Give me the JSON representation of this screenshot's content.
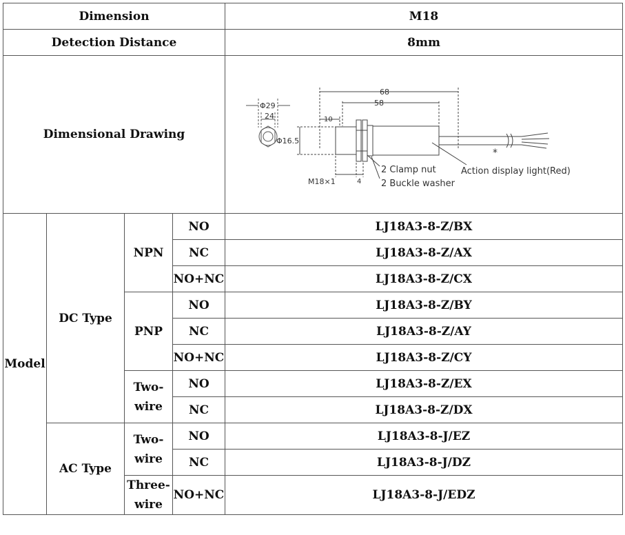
{
  "rows": {
    "dimension": {
      "label": "Dimension",
      "value": "M18"
    },
    "detection": {
      "label": "Detection Distance",
      "value": "8mm"
    },
    "drawing_label": "Dimensional Drawing"
  },
  "drawing": {
    "dim_phi29": "Φ29",
    "dim_24": "24",
    "dim_68": "68",
    "dim_58": "58",
    "dim_10": "10",
    "dim_phi16_5": "Φ16.5",
    "thread": "M18×1",
    "dim_4": "4",
    "clamp_nut": "2 Clamp nut",
    "buckle_washer": "2 Buckle washer",
    "action_light": "Action display light(Red)",
    "asterisk": "*"
  },
  "model": {
    "label": "Model",
    "dc_type": "DC Type",
    "ac_type": "AC Type",
    "npn": "NPN",
    "pnp": "PNP",
    "two_wire": "Two-wire",
    "three_wire": "Three-wire",
    "rows": [
      {
        "contact": "NO",
        "part": "LJ18A3-8-Z/BX"
      },
      {
        "contact": "NC",
        "part": "LJ18A3-8-Z/AX"
      },
      {
        "contact": "NO+NC",
        "part": "LJ18A3-8-Z/CX"
      },
      {
        "contact": "NO",
        "part": "LJ18A3-8-Z/BY"
      },
      {
        "contact": "NC",
        "part": "LJ18A3-8-Z/AY"
      },
      {
        "contact": "NO+NC",
        "part": "LJ18A3-8-Z/CY"
      },
      {
        "contact": "NO",
        "part": "LJ18A3-8-Z/EX"
      },
      {
        "contact": "NC",
        "part": "LJ18A3-8-Z/DX"
      },
      {
        "contact": "NO",
        "part": "LJ18A3-8-J/EZ"
      },
      {
        "contact": "NC",
        "part": "LJ18A3-8-J/DZ"
      },
      {
        "contact": "NO+NC",
        "part": "LJ18A3-8-J/EDZ"
      }
    ]
  }
}
